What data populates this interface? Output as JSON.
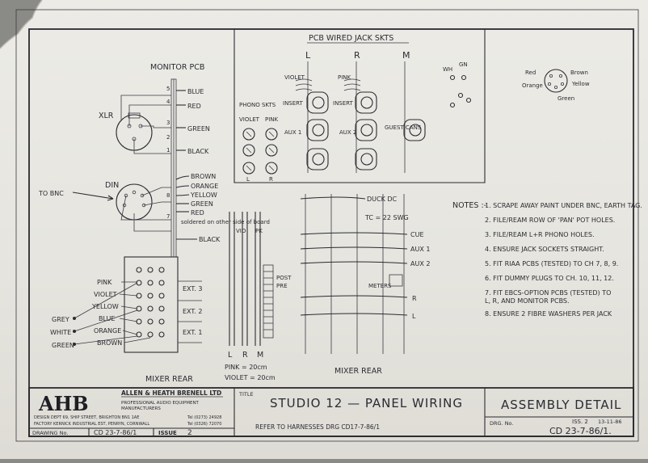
{
  "sections": {
    "pcb_wired_jack_skts": "PCB WIRED JACK SKTS",
    "monitor_pcb": "MONITOR PCB",
    "mixer_rear_left": "MIXER REAR",
    "mixer_rear_mid": "MIXER REAR"
  },
  "monitor_pcb": {
    "xlr": "XLR",
    "din": "DIN",
    "to_bnc": "TO BNC",
    "wires_top": [
      "BLUE",
      "RED",
      "GREEN",
      "BLACK"
    ],
    "wires_bottom": [
      "BROWN",
      "ORANGE",
      "YELLOW",
      "GREEN",
      "RED"
    ],
    "soldered_note": "soldered on other side of board",
    "black_label": "BLACK",
    "pin_nums": [
      "5",
      "4",
      "3",
      "2",
      "1",
      "8",
      "7"
    ]
  },
  "jacks": {
    "col_labels": [
      "L",
      "R",
      "M"
    ],
    "phono_skts": "PHONO SKTS",
    "violet": "VIOLET",
    "pink": "PINK",
    "insert1": "INSERT",
    "insert2": "INSERT",
    "aux1": "AUX 1",
    "aux2": "AUX 2",
    "guest_cans": "GUEST CANS",
    "violet_top": "VIOLET",
    "pink_top": "PINK",
    "phono_L": "L",
    "phono_R": "R",
    "wh": "WH",
    "gn": "GN"
  },
  "din_key": {
    "red": "Red",
    "orange": "Orange",
    "brown": "Brown",
    "yellow": "Yellow",
    "green": "Green"
  },
  "mixer_rear": {
    "left_wires": [
      "PINK",
      "VIOLET",
      "YELLOW",
      "BLUE",
      "ORANGE",
      "BROWN"
    ],
    "far_left": [
      "GREY",
      "WHITE",
      "GREEN"
    ],
    "ext": [
      "EXT. 3",
      "EXT. 2",
      "EXT. 1"
    ]
  },
  "harness": {
    "vio": "VIO",
    "pk": "PK",
    "post": "POST",
    "pre": "PRE",
    "lrm": [
      "L",
      "R",
      "M"
    ],
    "pink_len": "PINK = 20cm",
    "violet_len": "VIOLET = 20cm"
  },
  "bus": {
    "duck_dc": "DUCK DC",
    "tc": "TC = 22 SWG",
    "cue": "CUE",
    "aux1": "AUX 1",
    "aux2": "AUX 2",
    "meters": "METERS",
    "r": "R",
    "l": "L"
  },
  "notes": {
    "heading": "NOTES :-",
    "items": [
      "1.  SCRAPE AWAY PAINT UNDER BNC, EARTH TAG.",
      "2.  FILE/REAM ROW OF 'PAN' POT HOLES.",
      "3.  FILE/REAM L+R PHONO HOLES.",
      "4.  ENSURE JACK SOCKETS STRAIGHT.",
      "5.  FIT RIAA PCBS (TESTED) TO CH 7, 8, 9.",
      "6.  FIT DUMMY PLUGS TO CH. 10, 11, 12.",
      "7.  FIT EBCS-OPTION PCBS (TESTED) TO",
      "     L, R, AND MONITOR PCBS.",
      "8.  ENSURE 2 FIBRE WASHERS PER JACK"
    ]
  },
  "title_block": {
    "logo": "AHB",
    "company": "ALLEN & HEATH BRENELL LTD",
    "company_sub1": "PROFESSIONAL AUDIO EQUIPMENT",
    "company_sub2": "MANUFACTURERS",
    "design_dept": "DESIGN DEPT 69, SHIP STREET, BRIGHTON BN1 1AE",
    "design_tel": "Tel (0273) 24928",
    "factory": "FACTORY KERNICK INDUSTRIAL EST, PENRYN, CORNWALL",
    "factory_tel": "Tel (0326) 72070",
    "drawing_no_label": "DRAWING No.",
    "drawing_no_value": "CD 23-7-86/1",
    "issue_label": "ISSUE",
    "issue_value": "2",
    "title_label": "TITLE",
    "title": "STUDIO 12 — PANEL WIRING",
    "title_right": "ASSEMBLY DETAIL",
    "refer": "REFER TO HARNESSES DRG  CD17-7-86/1",
    "drg_no_label": "DRG. No.",
    "iss": "ISS. 2",
    "iss_date": "13-11-86",
    "drg_no_value": "CD 23-7-86/1."
  }
}
